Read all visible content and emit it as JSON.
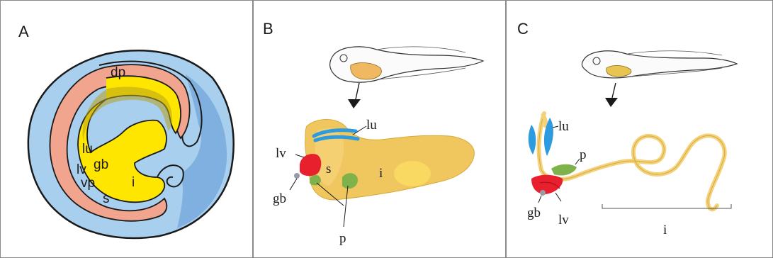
{
  "figure": {
    "colors": {
      "frame": "#8a8a8a",
      "ectoderm_blue": "#a9cfee",
      "ectoderm_blue_dark": "#7fb0df",
      "mesoderm_salmon": "#f2a58e",
      "endoderm_yellow": "#ffe600",
      "yolk_olive": "#b7a21a",
      "gut_tan": "#f0c75e",
      "intestine_pale": "#f6dc8a",
      "lung_blue": "#2e9be0",
      "liver_red": "#e8202e",
      "pancreas_green": "#7fb24a",
      "gallbladder_grey": "#9a9aa6",
      "ink": "#1a1a1a"
    },
    "panels": [
      {
        "id": "A",
        "label": "A",
        "labels": {
          "dp": "dp",
          "lu": "lu",
          "gb": "gb",
          "lv": "lv",
          "vp": "vp",
          "i": "i",
          "s": "s"
        }
      },
      {
        "id": "B",
        "label": "B",
        "labels": {
          "lu": "lu",
          "lv": "lv",
          "s": "s",
          "i": "i",
          "gb": "gb",
          "p": "p"
        }
      },
      {
        "id": "C",
        "label": "C",
        "labels": {
          "lu": "lu",
          "p": "p",
          "gb": "gb",
          "lv": "lv",
          "i": "i"
        }
      }
    ]
  }
}
